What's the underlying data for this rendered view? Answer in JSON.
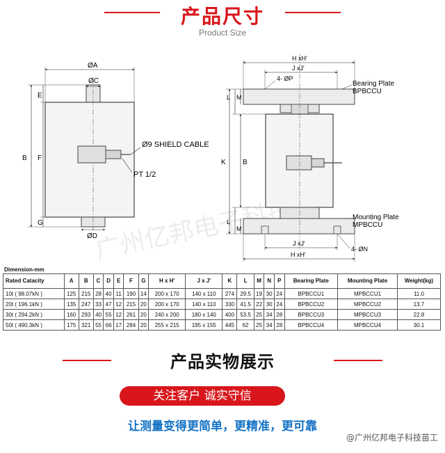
{
  "header": {
    "title_cn": "产品尺寸",
    "title_en": "Product Size"
  },
  "diagram_left": {
    "dim_a": "ØA",
    "dim_c": "ØC",
    "dim_b": "B",
    "dim_f": "F",
    "dim_e": "E",
    "dim_g": "G",
    "dim_d": "ØD",
    "cable": "Ø9 SHIELD CABLE",
    "thread": "PT 1/2"
  },
  "diagram_right": {
    "hxh_top": "H xH'",
    "jxj_top": "J xJ'",
    "holes_top": "4- ØP",
    "bearing_plate": "Bearing Plate",
    "bearing_code": "BPBCCU",
    "mounting_plate": "Mounting Plate",
    "mounting_code": "MPBCCU",
    "holes_bottom": "4- ØN",
    "jxj_bottom": "J xJ'",
    "hxh_bottom": "H xH'",
    "dim_l_top": "L",
    "dim_m_top": "M",
    "dim_k": "K",
    "dim_b": "B",
    "dim_l_bottom": "L",
    "dim_m_bottom": "M"
  },
  "table": {
    "label": "Dimension-mm",
    "headers": [
      "Rated Catacity",
      "A",
      "B",
      "C",
      "D",
      "E",
      "F",
      "G",
      "H x H'",
      "J x J'",
      "K",
      "L",
      "M",
      "N",
      "P",
      "Bearing Plate",
      "Mounting Plate",
      "Weight(kg)"
    ],
    "rows": [
      [
        "10t ( 98.07kN )",
        "125",
        "215",
        "28",
        "40",
        "11",
        "190",
        "14",
        "200 x 170",
        "140 x 110",
        "274",
        "29.5",
        "19",
        "30",
        "24",
        "BPBCCU1",
        "MPBCCU1",
        "11.0"
      ],
      [
        "20t ( 196.1kN )",
        "135",
        "247",
        "33",
        "47",
        "12",
        "215",
        "20",
        "200 x 170",
        "140 x 110",
        "330",
        "41.5",
        "22",
        "30",
        "24",
        "BPBCCU2",
        "MPBCCU2",
        "13.7"
      ],
      [
        "30t ( 294.2kN )",
        "160",
        "293",
        "40",
        "55",
        "12",
        "261",
        "20",
        "240 x 200",
        "180 x 140",
        "400",
        "53.5",
        "25",
        "34",
        "28",
        "BPBCCU3",
        "MPBCCU3",
        "22.8"
      ],
      [
        "50t ( 490.3kN )",
        "175",
        "321",
        "55",
        "66",
        "17",
        "284",
        "20",
        "255 x 215",
        "195 x 155",
        "445",
        "62",
        "25",
        "34",
        "28",
        "BPBCCU4",
        "MPBCCU4",
        "30.1"
      ]
    ]
  },
  "section2": {
    "title": "产品实物展示"
  },
  "banner": {
    "text": "关注客户 诚实守信"
  },
  "slogan": {
    "text": "让测量变得更简单，更精准，更可靠"
  },
  "watermark": {
    "text": "@广州亿邦电子科技苗工",
    "diagram_text": "广州亿邦电子科技"
  }
}
